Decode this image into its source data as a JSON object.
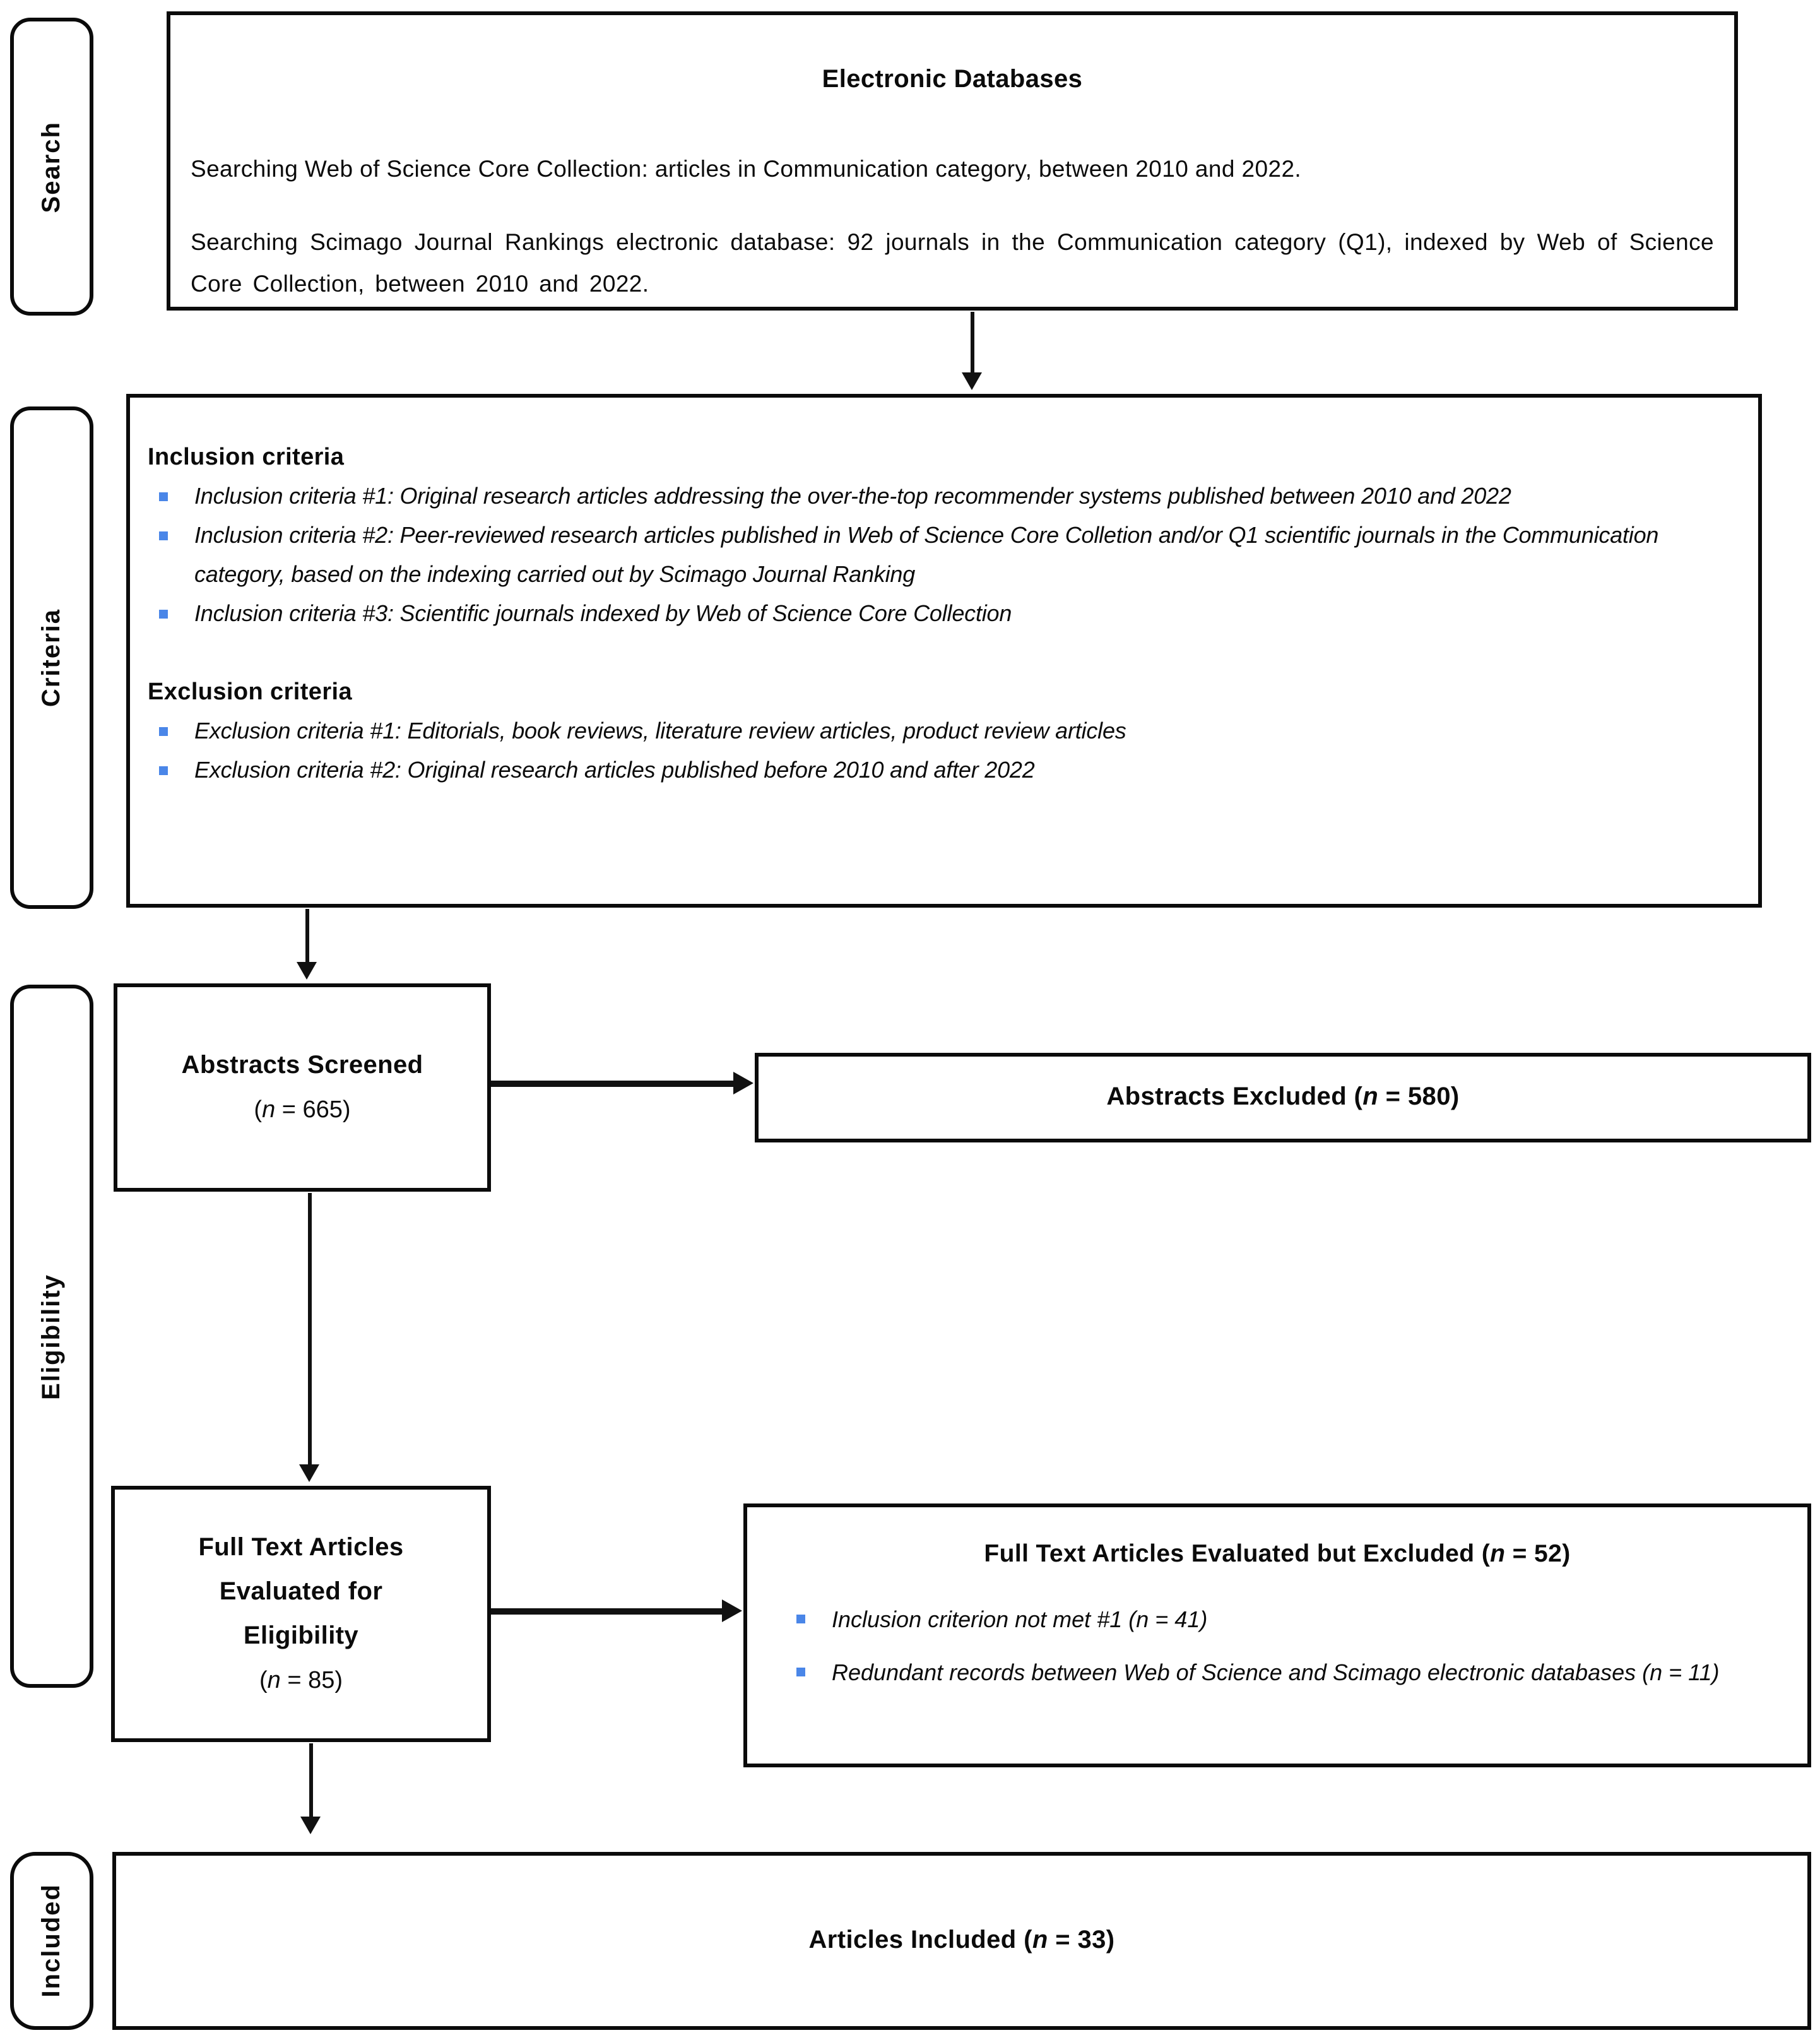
{
  "sidebar": {
    "labels": [
      {
        "id": "search",
        "text": "Search"
      },
      {
        "id": "criteria",
        "text": "Criteria"
      },
      {
        "id": "eligibility",
        "text": "Eligibility"
      },
      {
        "id": "included",
        "text": "Included"
      }
    ]
  },
  "top_box": {
    "title": "Electronic Databases",
    "paragraph1": "Searching Web of Science Core Collection: articles in Communication category, between  2010 and 2022.",
    "paragraph2": "Searching Scimago Journal Rankings electronic database: 92 journals in the Communication category (Q1), indexed by Web of Science Core Collection, between  2010 and 2022."
  },
  "criteria_box": {
    "inclusion_header": "Inclusion criteria",
    "inclusion_items": [
      "Inclusion criteria #1: Original research articles addressing the over-the-top recommender systems published between 2010 and 2022",
      "Inclusion criteria #2: Peer-reviewed research articles published in Web of Science Core Colletion and/or Q1 scientific journals in the Communication category, based on the indexing carried out by Scimago Journal Ranking",
      "Inclusion criteria #3: Scientific journals indexed by Web of Science Core Collection"
    ],
    "exclusion_header": "Exclusion criteria",
    "exclusion_items": [
      "Exclusion criteria #1: Editorials, book reviews, literature review articles, product review articles",
      "Exclusion criteria #2: Original research articles published before 2010 and after 2022"
    ]
  },
  "flow": {
    "abstracts_screened": {
      "label": "Abstracts Screened",
      "count": "(n = 665)"
    },
    "abstracts_excluded": {
      "label": "Abstracts Excluded (n = 580)"
    },
    "fulltext_evaluated": {
      "line1": "Full Text Articles",
      "line2": "Evaluated for",
      "line3": "Eligibility",
      "count": "(n = 85)"
    },
    "fulltext_excluded": {
      "title": "Full Text Articles Evaluated but Excluded (n = 52)",
      "items": [
        "Inclusion criterion not met #1 (n = 41)",
        "Redundant records between Web of Science and Scimago electronic databases (n = 11)"
      ]
    },
    "articles_included": {
      "label": "Articles Included (n = 33)"
    }
  },
  "colors": {
    "bullet": "#4a86e8",
    "border": "#0b0b0b"
  }
}
